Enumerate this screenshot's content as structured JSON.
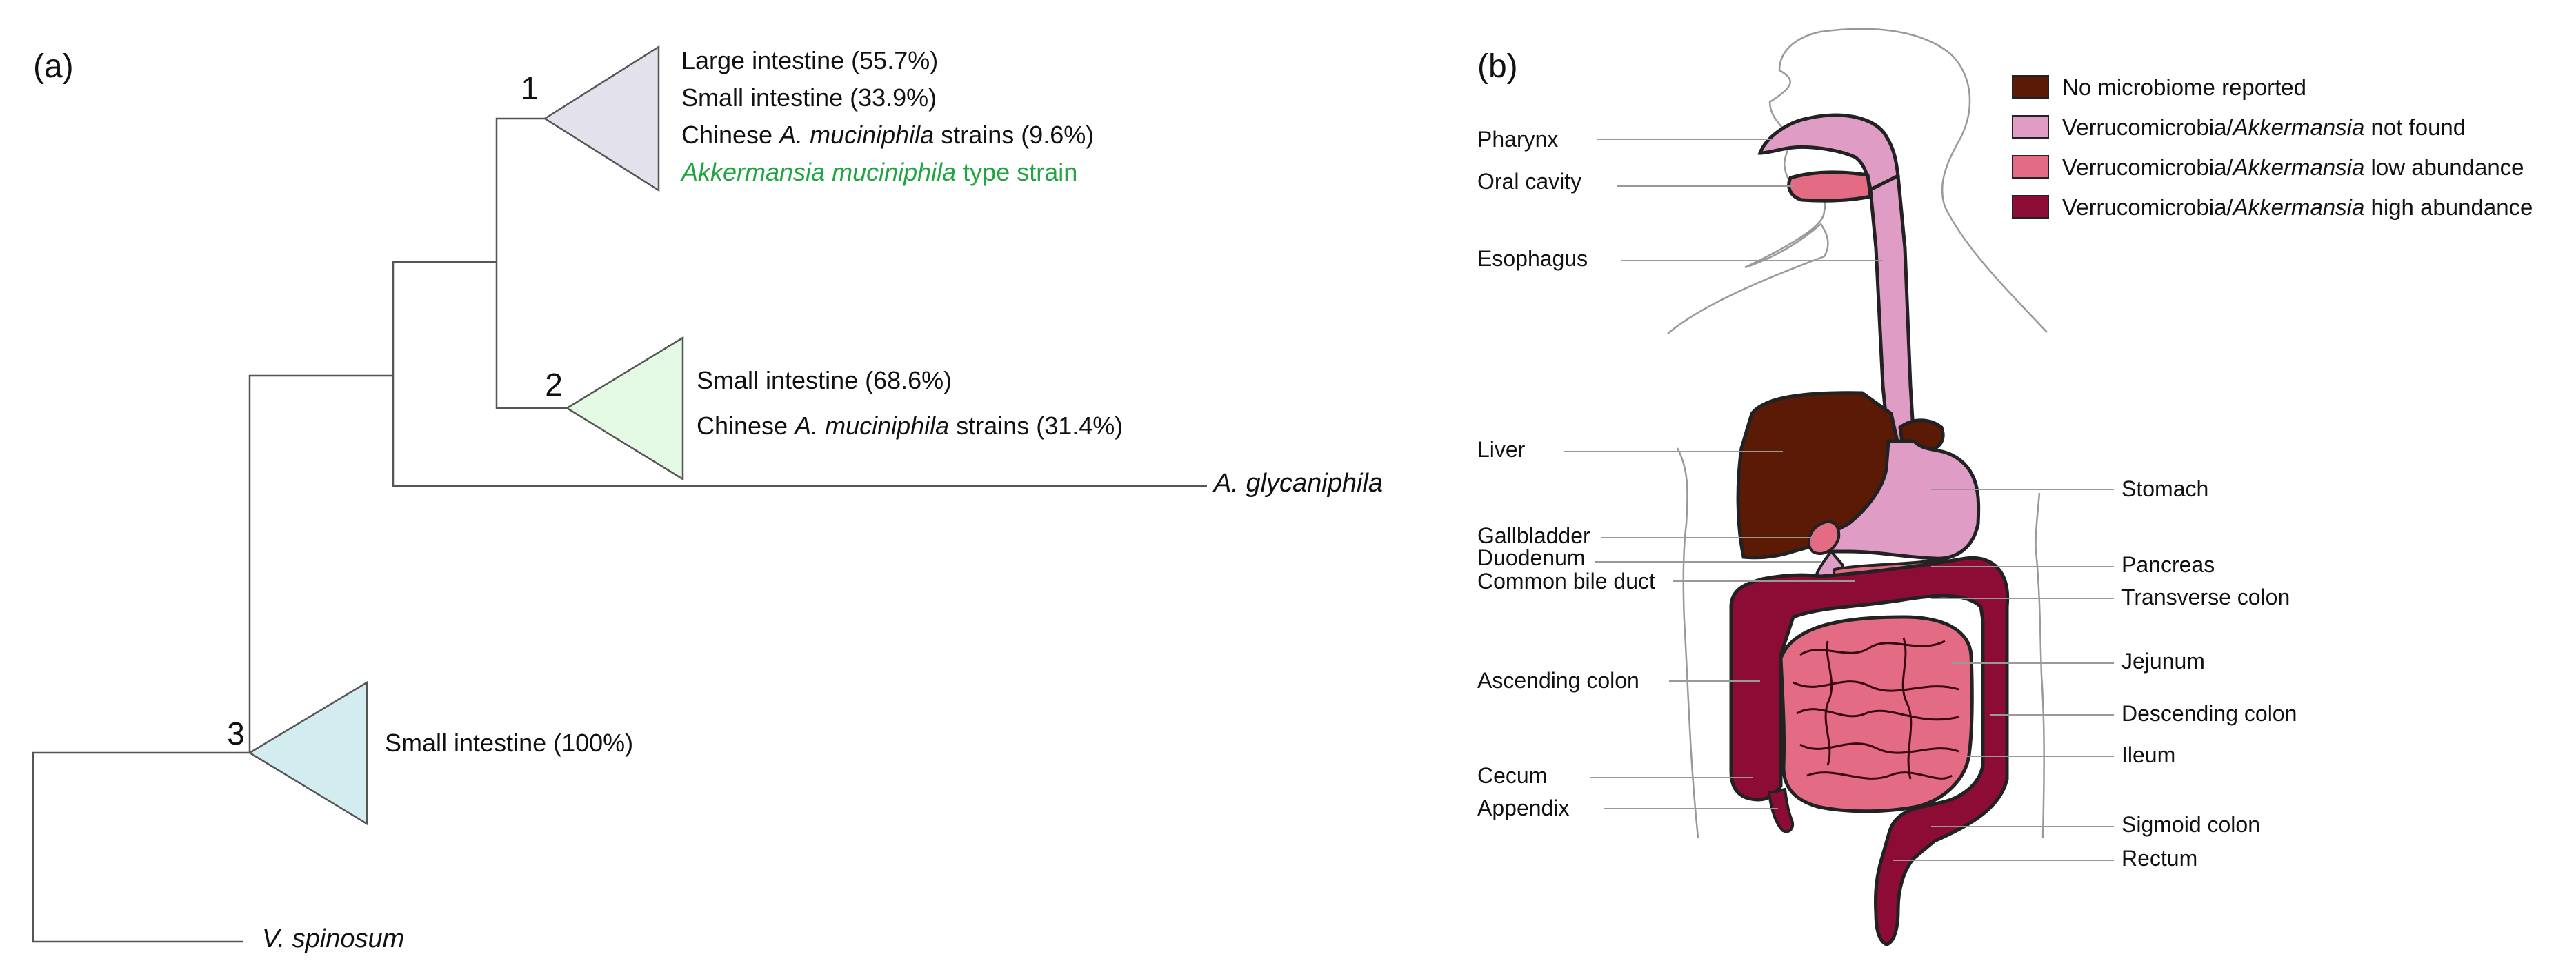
{
  "panel_a": {
    "label": "(a)",
    "clades": [
      {
        "number": "1",
        "color": "#e3e2ec",
        "lines": [
          [
            {
              "t": "Large intestine (55.7%)",
              "i": false
            }
          ],
          [
            {
              "t": "Small intestine (33.9%)",
              "i": false
            }
          ],
          [
            {
              "t": "Chinese ",
              "i": false
            },
            {
              "t": "A. muciniphila",
              "i": true
            },
            {
              "t": " strains (9.6%)",
              "i": false
            }
          ],
          [
            {
              "t": "Akkermansia muciniphila",
              "i": true,
              "green": true
            },
            {
              "t": " type strain",
              "i": false,
              "green": true
            }
          ]
        ]
      },
      {
        "number": "2",
        "color": "#e4fae4",
        "lines": [
          [
            {
              "t": "Small intestine (68.6%)",
              "i": false
            }
          ],
          [
            {
              "t": "Chinese ",
              "i": false
            },
            {
              "t": "A. muciniphila",
              "i": true
            },
            {
              "t": " strains (31.4%)",
              "i": false
            }
          ]
        ]
      },
      {
        "number": "3",
        "color": "#d3ecef",
        "lines": [
          [
            {
              "t": "Small intestine (100%)",
              "i": false
            }
          ]
        ]
      }
    ],
    "leaves": {
      "glycaniphila": "A. glycaniphila",
      "spinosum": "V. spinosum"
    },
    "highlight_color": "#1ea540"
  },
  "panel_b": {
    "label": "(b)",
    "legend": [
      {
        "segments": [
          {
            "t": "No microbiome reported",
            "i": false
          }
        ],
        "color": "#5a1a06"
      },
      {
        "segments": [
          {
            "t": "Verrucomicrobia/",
            "i": false
          },
          {
            "t": "Akkermansia",
            "i": true
          },
          {
            "t": " not found",
            "i": false
          }
        ],
        "color": "#df9cc4"
      },
      {
        "segments": [
          {
            "t": "Verrucomicrobia/",
            "i": false
          },
          {
            "t": "Akkermansia",
            "i": true
          },
          {
            "t": " low abundance",
            "i": false
          }
        ],
        "color": "#e36b84"
      },
      {
        "segments": [
          {
            "t": "Verrucomicrobia/",
            "i": false
          },
          {
            "t": "Akkermansia",
            "i": true
          },
          {
            "t": " high abundance",
            "i": false
          }
        ],
        "color": "#8c0c36"
      }
    ],
    "labels_left": [
      "Pharynx",
      "Oral cavity",
      "Esophagus",
      "Liver",
      "Gallbladder",
      "Duodenum",
      "Common bile duct",
      "Ascending colon",
      "Cecum",
      "Appendix"
    ],
    "labels_right": [
      "Stomach",
      "Pancreas",
      "Transverse colon",
      "Jejunum",
      "Descending colon",
      "Ileum",
      "Sigmoid colon",
      "Rectum"
    ]
  }
}
